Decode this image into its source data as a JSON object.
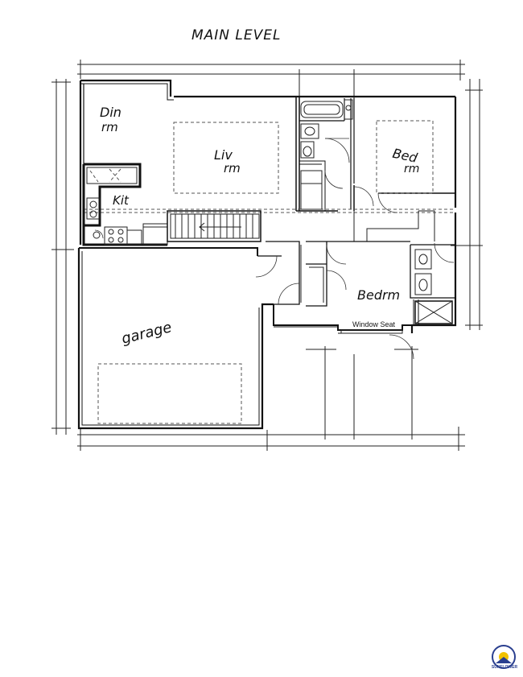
{
  "title": "MAIN LEVEL",
  "rooms": {
    "dining": "Din",
    "dining_suffix": "rm",
    "living": "Liv",
    "living_suffix": "rm",
    "bedroom1": "Bed",
    "bedroom1_suffix": "rm",
    "kitchen": "Kit",
    "garage": "garage",
    "bedroom2": "Bedrm",
    "window_seat": "Window Seat"
  },
  "logo": {
    "text": "SUNFLOWER",
    "colors": {
      "ring": "#2a3f8f",
      "sun": "#f2c200"
    }
  }
}
